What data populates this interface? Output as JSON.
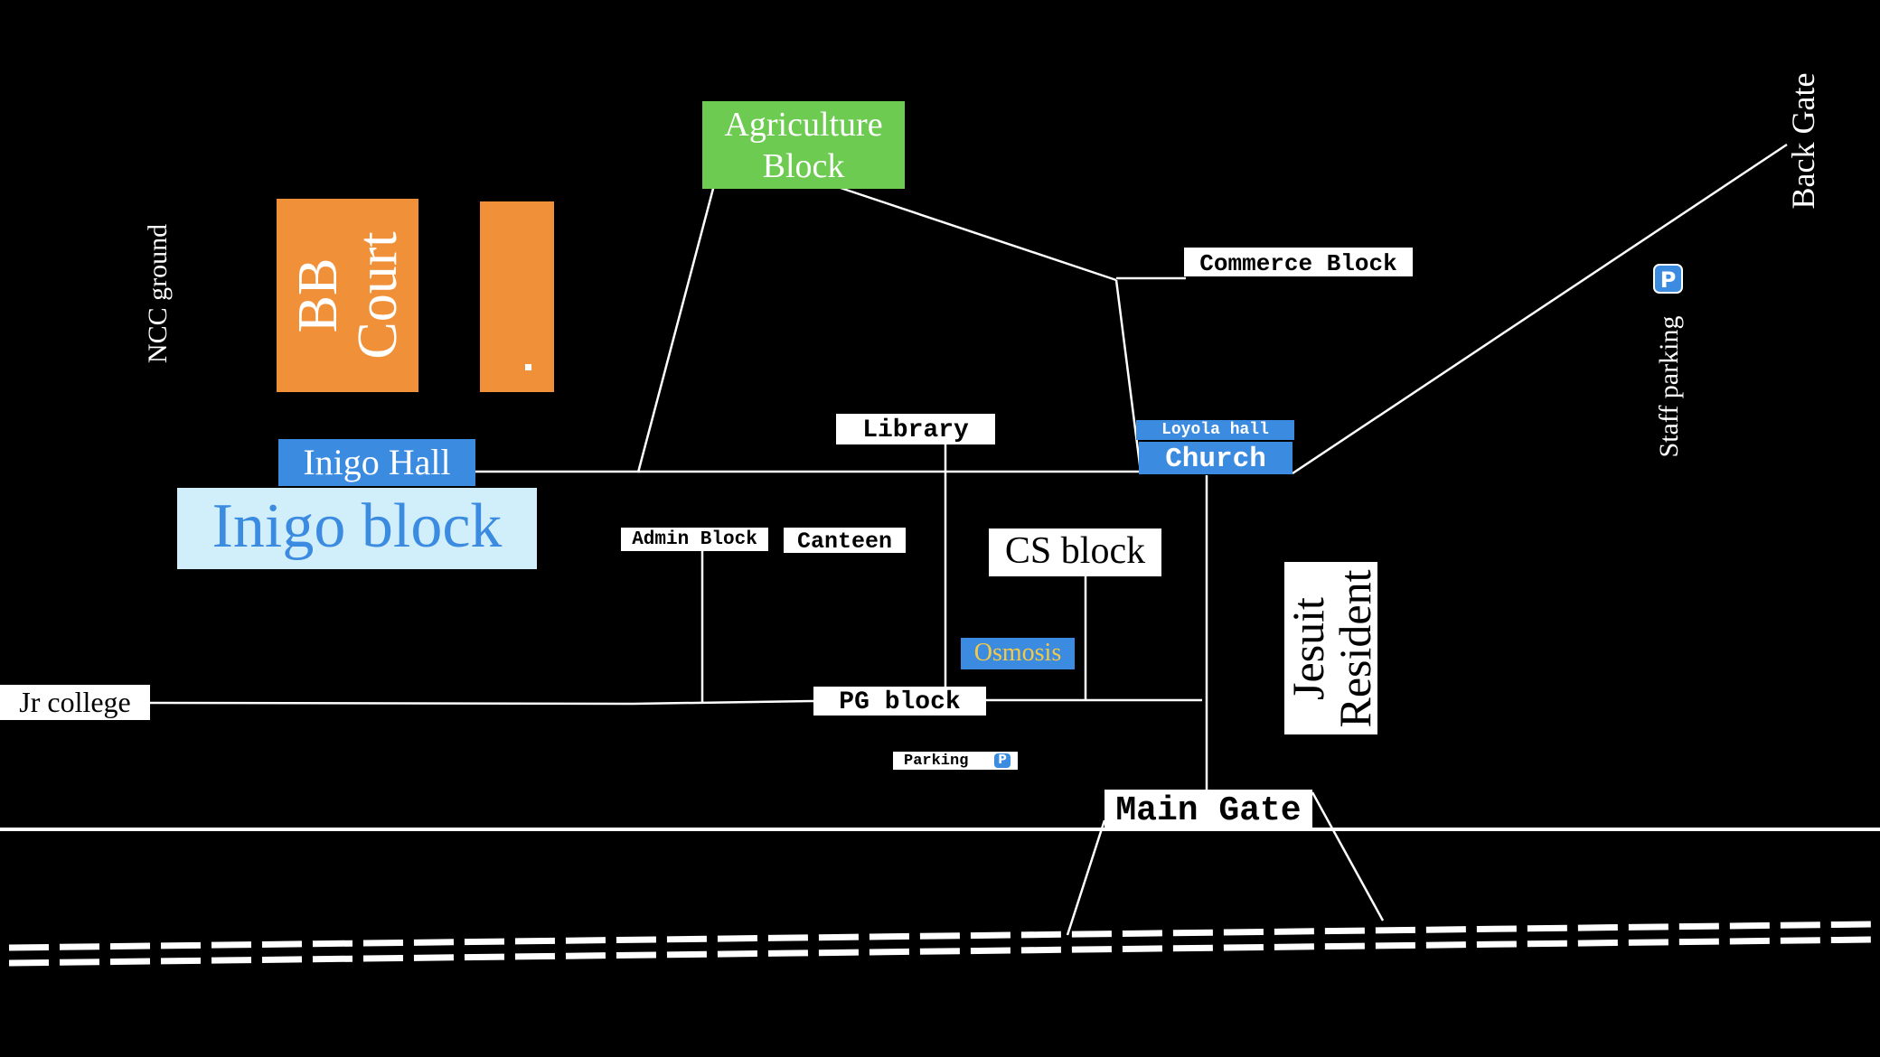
{
  "labels": {
    "agriculture_line1": "Agriculture",
    "agriculture_line2": "Block",
    "bb_court_line1": "BB",
    "bb_court_line2": "Court",
    "orange_dot": ".",
    "ncc_ground": "NCC ground",
    "inigo_hall": "Inigo Hall",
    "inigo_block": "Inigo block",
    "library": "Library",
    "commerce_block": "Commerce Block",
    "loyola_hall": "Loyola hall",
    "church": "Church",
    "back_gate": "Back Gate",
    "staff_parking": "Staff parking",
    "admin_block": "Admin Block",
    "canteen": "Canteen",
    "cs_block": "CS block",
    "osmosis": "Osmosis",
    "jesuit_line1": "Jesuit",
    "jesuit_line2": "Resident",
    "jr_college": "Jr college",
    "pg_block": "PG block",
    "parking": "Parking",
    "main_gate": "Main Gate"
  },
  "icons": {
    "parking_icon": "P"
  },
  "colors": {
    "background": "#000000",
    "agriculture": "#6ecb52",
    "court_orange": "#f0913a",
    "blue_label": "#3b8be0",
    "inigo_block_bg": "#d1eefb",
    "osmosis_text": "#f3c947"
  }
}
